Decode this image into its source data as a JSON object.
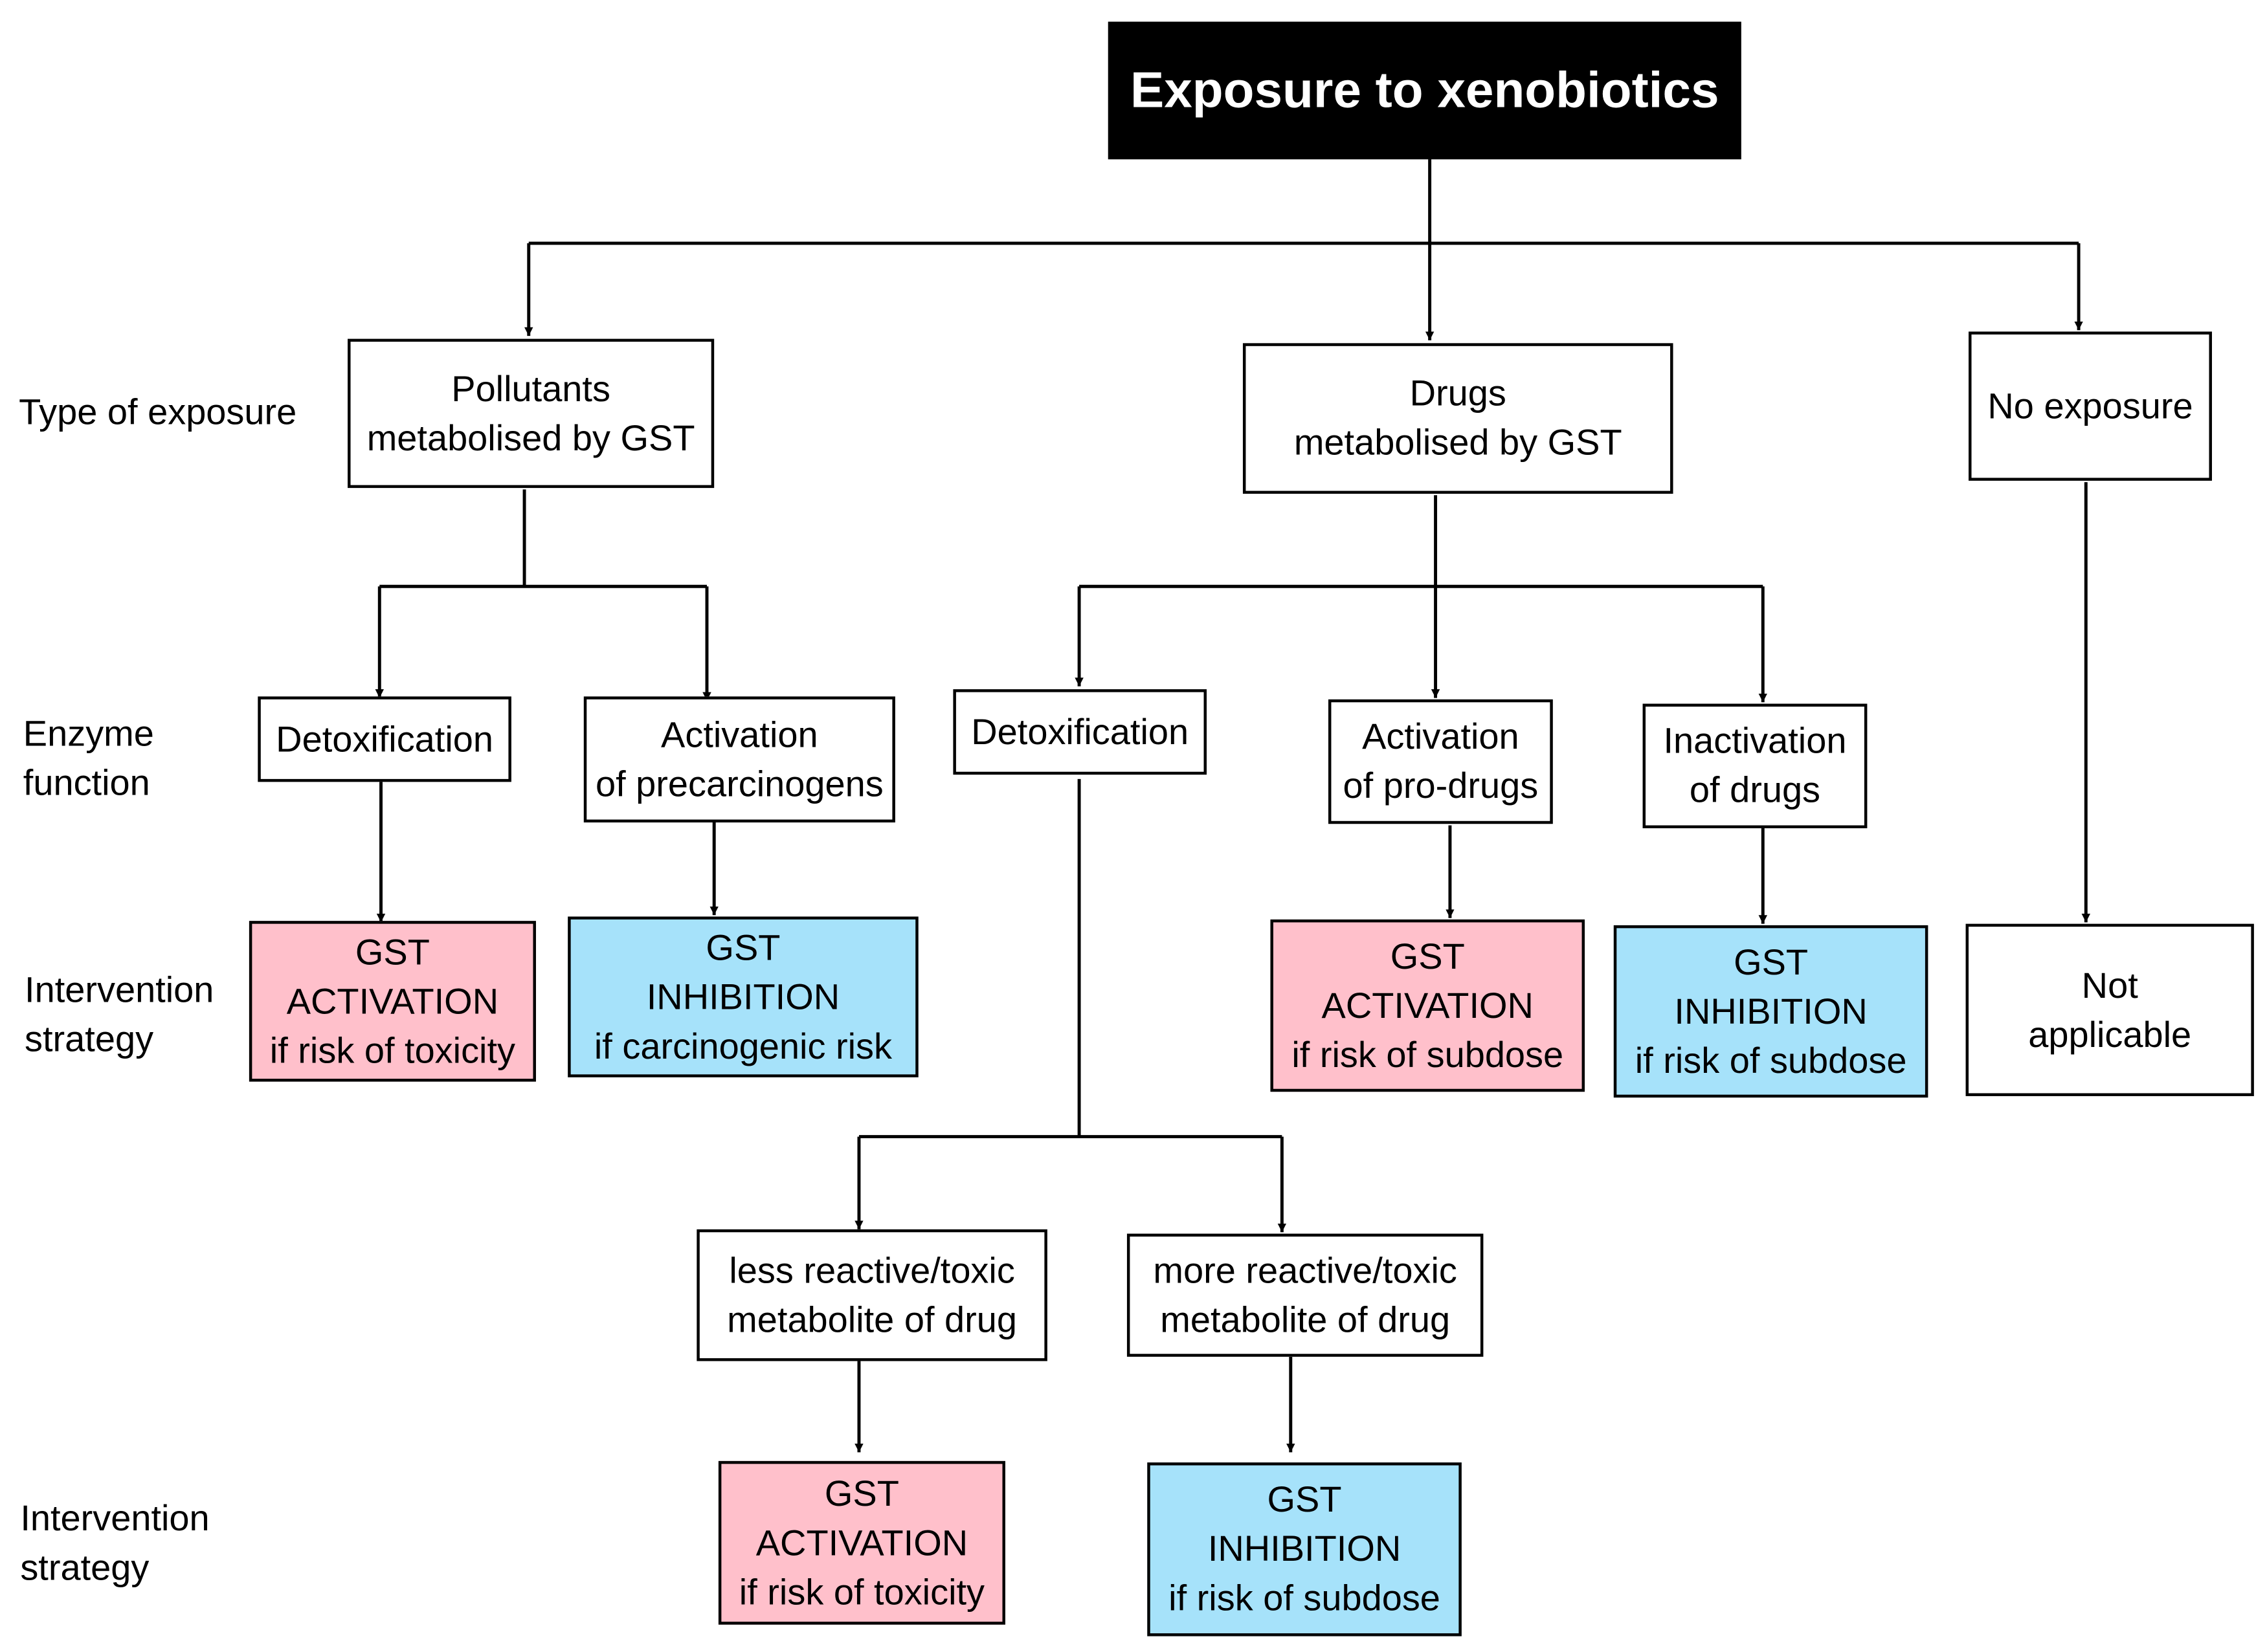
{
  "title": "Exposure to xenobiotics",
  "row_labels": {
    "type_of_exposure": [
      "Type of exposure"
    ],
    "enzyme_function": [
      "Enzyme",
      "function"
    ],
    "intervention_strategy_1": [
      "Intervention",
      "strategy"
    ],
    "intervention_strategy_2": [
      "Intervention",
      "strategy"
    ]
  },
  "exposure": {
    "pollutants": [
      "Pollutants",
      "metabolised by GST"
    ],
    "drugs": [
      "Drugs",
      "metabolised by GST"
    ],
    "no_exposure": [
      "No exposure"
    ]
  },
  "enzyme": {
    "pollutant_detox": [
      "Detoxification"
    ],
    "precarcinogen_activation": [
      "Activation",
      "of precarcinogens"
    ],
    "drug_detox": [
      "Detoxification"
    ],
    "prodrug_activation": [
      "Activation",
      "of pro-drugs"
    ],
    "drug_inactivation": [
      "Inactivation",
      "of drugs"
    ]
  },
  "strategy": {
    "pollutant_detox": [
      "GST",
      "ACTIVATION",
      "if risk of toxicity"
    ],
    "precarcinogen": [
      "GST",
      "INHIBITION",
      "if carcinogenic risk"
    ],
    "prodrug": [
      "GST",
      "ACTIVATION",
      "if risk of subdose"
    ],
    "inactivation": [
      "GST",
      "INHIBITION",
      "if risk of subdose"
    ],
    "not_applicable": [
      "Not",
      "applicable"
    ]
  },
  "metabolite": {
    "less_reactive": [
      "less reactive/toxic",
      "metabolite of drug"
    ],
    "more_reactive": [
      "more reactive/toxic",
      "metabolite of drug"
    ]
  },
  "strategy_metabolite": {
    "less_reactive": [
      "GST",
      "ACTIVATION",
      "if risk of toxicity"
    ],
    "more_reactive": [
      "GST",
      "INHIBITION",
      "if risk of subdose"
    ]
  },
  "colors": {
    "activation": "#ffc0cb",
    "inhibition": "#a6e2fa",
    "title_bg": "#000000"
  }
}
